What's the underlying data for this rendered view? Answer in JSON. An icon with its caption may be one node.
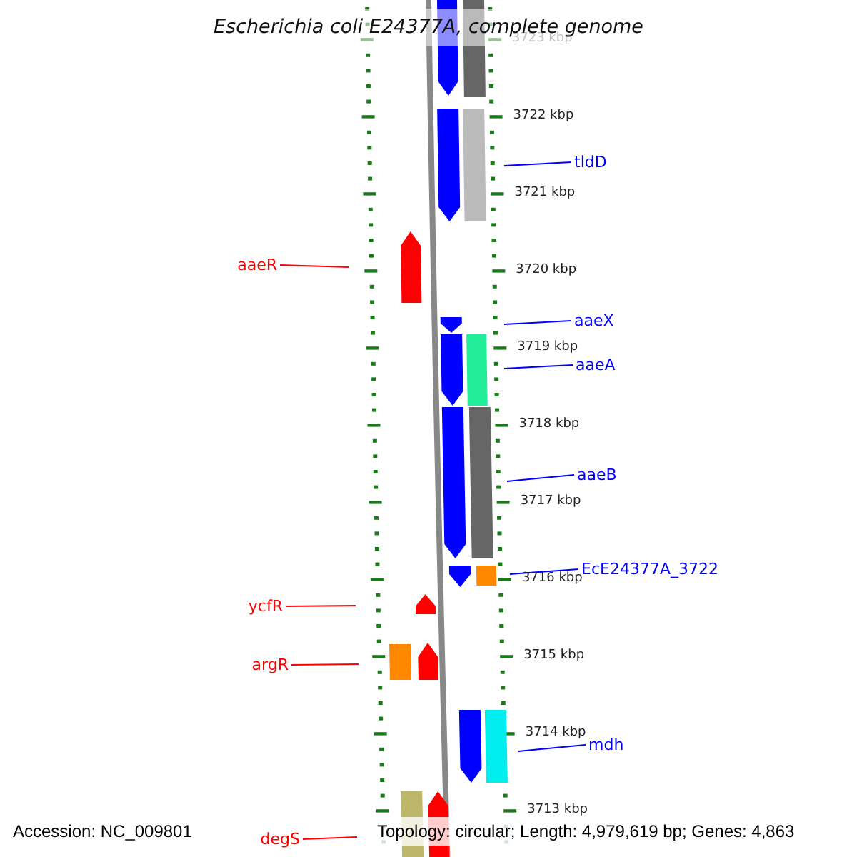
{
  "diagram": {
    "title": "Escherichia coli E24377A, complete genome",
    "nodes": [
      {
        "text": [
          "tldD"
        ]
      },
      {
        "text": [
          "aaeR"
        ]
      },
      {
        "text": [
          "aaeX"
        ]
      },
      {
        "text": [
          "aaeA"
        ]
      },
      {
        "text": [
          "aaeB"
        ]
      },
      {
        "text": [
          "EcE24377A_3722"
        ]
      },
      {
        "text": [
          "ycfR"
        ]
      },
      {
        "text": [
          "argR"
        ]
      },
      {
        "text": [
          "mdh"
        ]
      },
      {
        "text": [
          "degS"
        ]
      }
    ],
    "edges": [
      {
        "from": 0,
        "to": null,
        "arrow": "none"
      },
      {
        "from": 1,
        "to": null,
        "arrow": "none",
        "color": "#ff0000"
      },
      {
        "from": 2,
        "to": null,
        "arrow": "none"
      },
      {
        "from": 3,
        "to": null,
        "arrow": "none"
      },
      {
        "from": 4,
        "to": null,
        "arrow": "none"
      },
      {
        "from": 5,
        "to": null,
        "arrow": "none"
      },
      {
        "from": 6,
        "to": null,
        "arrow": "none",
        "color": "#ff0000"
      },
      {
        "from": 7,
        "to": null,
        "arrow": "none",
        "color": "#ff0000"
      },
      {
        "from": 8,
        "to": null,
        "arrow": "none"
      },
      {
        "from": 9,
        "to": null,
        "arrow": "none",
        "color": "#ff0000"
      }
    ],
    "labels": [
      "3723 kbp",
      "3722 kbp",
      "3721 kbp",
      "3720 kbp",
      "3719 kbp",
      "3718 kbp",
      "3717 kbp",
      "3716 kbp",
      "3715 kbp",
      "3714 kbp",
      "3713 kbp",
      "Accession: NC_009801",
      "Topology: circular; Length: 4,979,619 bp; Genes: 4,863"
    ]
  }
}
